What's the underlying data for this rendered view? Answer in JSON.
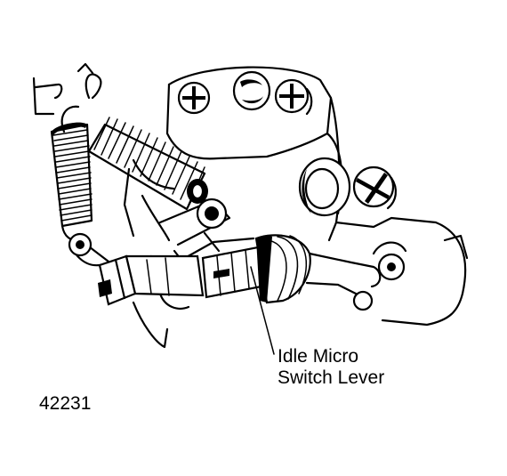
{
  "figure": {
    "callout_line1": "Idle Micro",
    "callout_line2": "Switch Lever",
    "figure_number": "42231"
  },
  "colors": {
    "ink": "#000000",
    "paper": "#ffffff"
  }
}
